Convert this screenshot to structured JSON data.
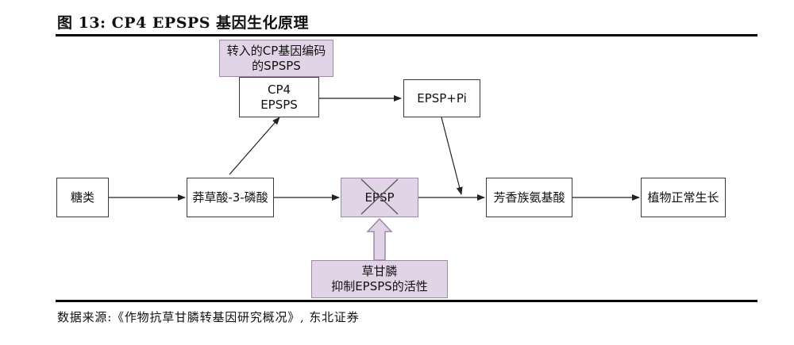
{
  "title": "图 13:  CP4 EPSPS 基因生化原理",
  "source": "数据来源:《作物抗草甘膦转基因研究概况》, 东北证券",
  "nodes": {
    "sugar": "糖类",
    "shikimate": "莽草酸-3-磷酸",
    "epsp": "EPSP",
    "aromatic": "芳香族氨基酸",
    "growth": "植物正常生长",
    "cp4_line1": "CP4",
    "cp4_line2": "EPSPS",
    "epsp_pi": "EPSP+Pi",
    "gene_line1": "转入的CP基因编码",
    "gene_line2": "的SPSPS",
    "glyphosate_line1": "草甘膦",
    "glyphosate_line2": "抑制EPSPS的活性"
  }
}
